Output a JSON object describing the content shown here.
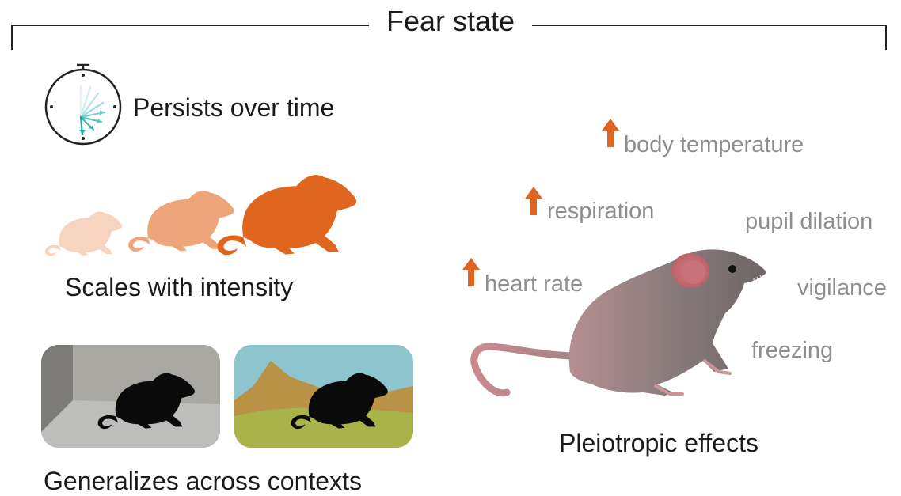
{
  "title": "Fear state",
  "properties": {
    "persists": "Persists over time",
    "scales": "Scales with intensity",
    "generalizes": "Generalizes across contexts",
    "pleiotropic": "Pleiotropic effects"
  },
  "effects": {
    "body_temperature": "body temperature",
    "respiration": "respiration",
    "heart_rate": "heart rate",
    "pupil_dilation": "pupil dilation",
    "vigilance": "vigilance",
    "freezing": "freezing"
  },
  "colors": {
    "increase_arrow": "#e0651e",
    "orange_dark": "#e0651e",
    "orange_mid": "#eea57a",
    "orange_light": "#f6d4bf",
    "clock_teal": "#2bb3b8",
    "label_grey": "#8e8e8e",
    "mouse_grey": "#8a7f7f",
    "mouse_pink": "#c98a8e"
  },
  "icons": {
    "clock": "stopwatch-icon",
    "arrow": "arrow-up-icon"
  }
}
